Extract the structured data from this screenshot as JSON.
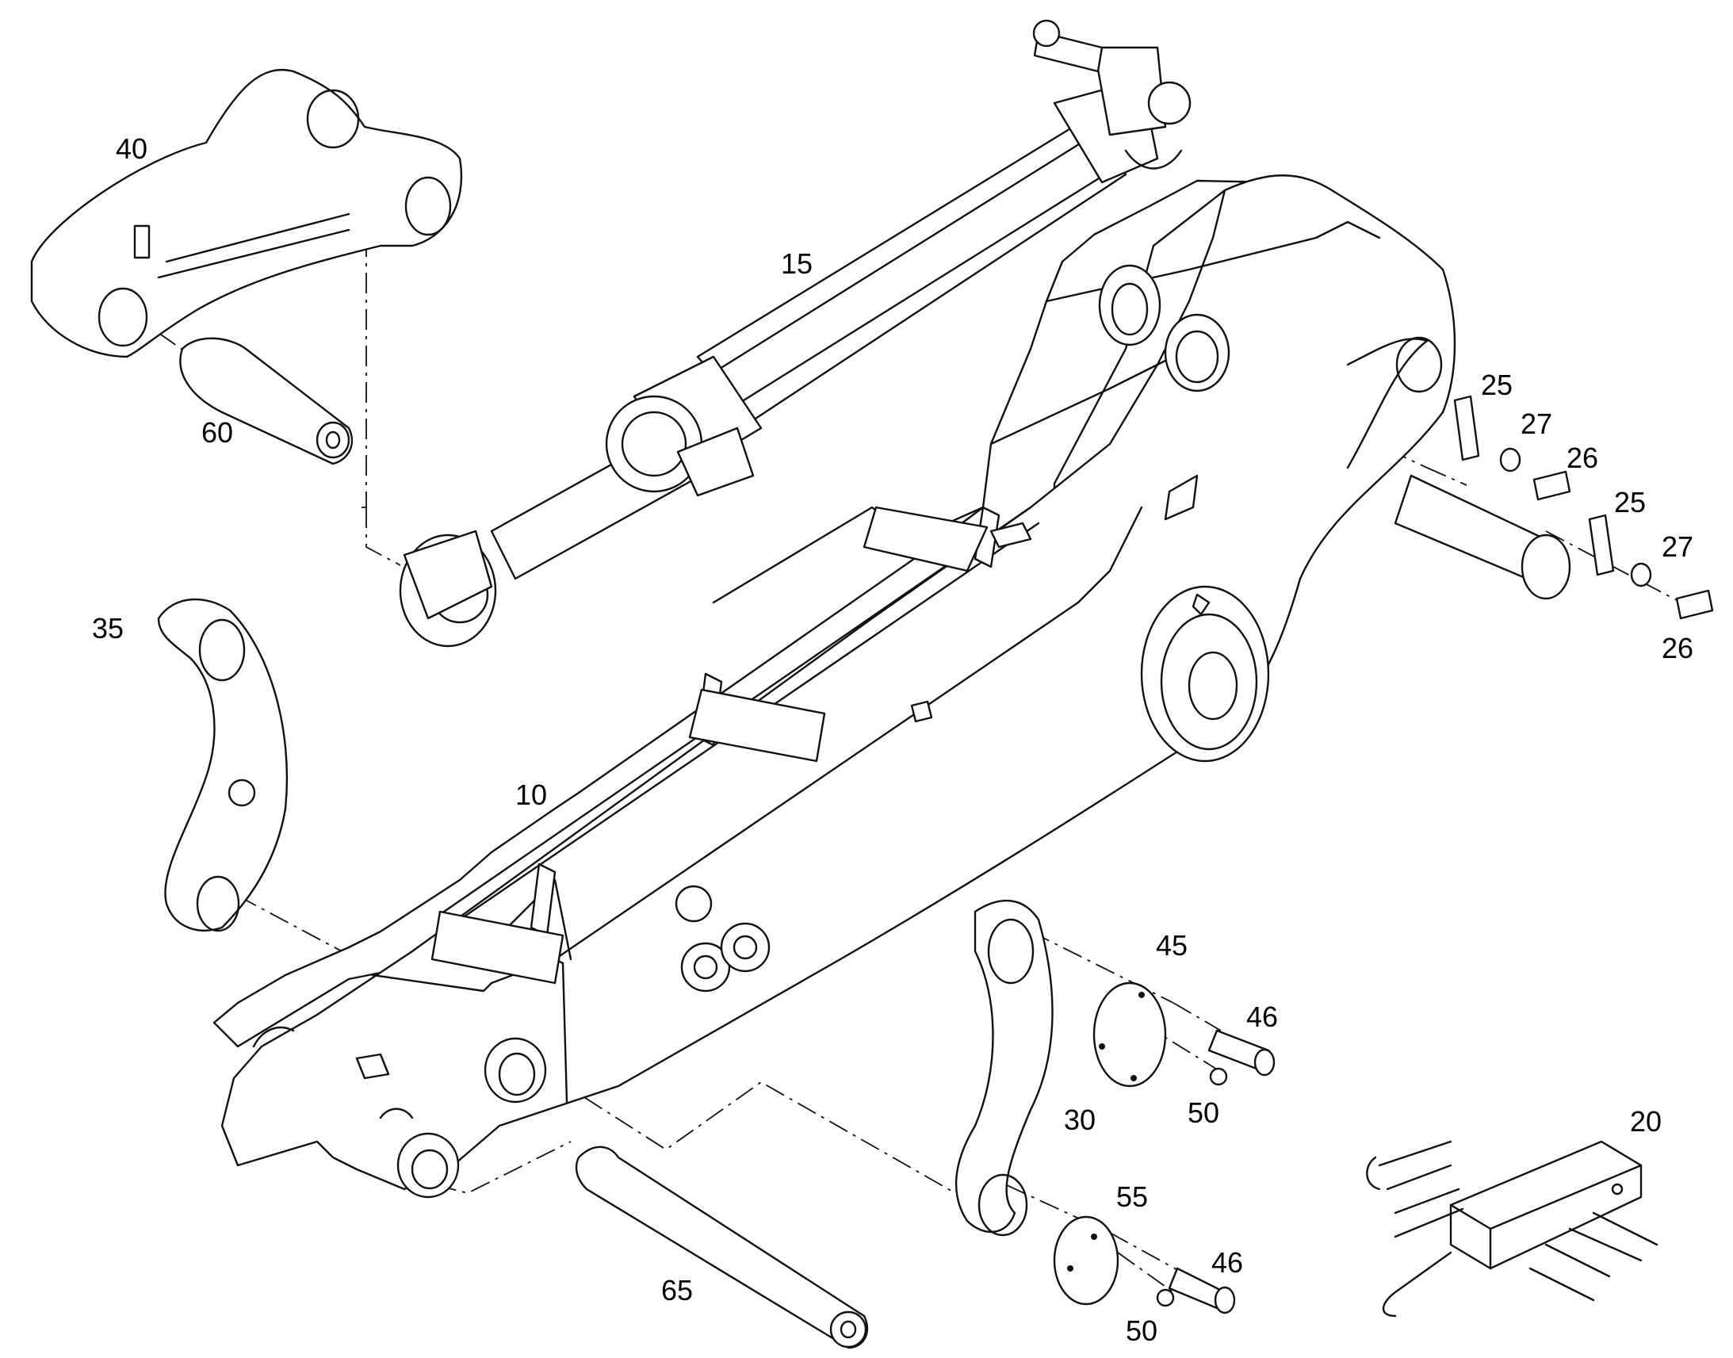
{
  "diagram": {
    "callouts": {
      "boom_frame": "10",
      "lift_cylinder": "15",
      "hydraulic_block": "20",
      "plate_upper": "25",
      "plate_lower": "25",
      "bolt_upper": "26",
      "bolt_lower": "26",
      "washer_upper": "27",
      "washer_lower": "27",
      "link_lower": "30",
      "link_upper": "35",
      "lever": "40",
      "cover_disc": "45",
      "screw_upper": "46",
      "screw_lower": "46",
      "nut_upper": "50",
      "nut_lower": "50",
      "cover_small": "55",
      "pin_lever": "60",
      "pin_boom": "65"
    }
  }
}
